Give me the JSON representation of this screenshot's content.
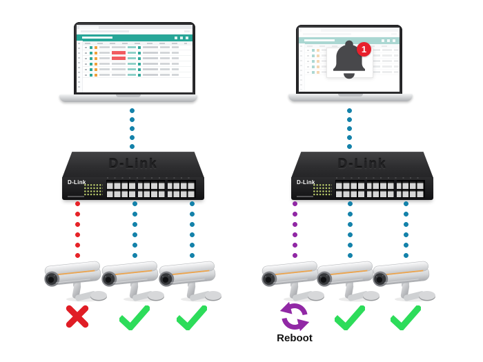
{
  "diagram": {
    "theme": {
      "app_accent": "#27a698",
      "link_blue": "#1482aa",
      "link_red": "#e62328",
      "link_purple": "#9128a5",
      "check_green": "#2ddc5a",
      "x_red": "#e01d25",
      "badge_red": "#e8202c"
    },
    "left": {
      "laptop": {
        "screen": "camera-management-table-app"
      },
      "switch": {
        "embossed_logo": "D-Link",
        "front_logo": "D-Link",
        "port_count": 24
      },
      "camera_links": [
        {
          "color_name": "red",
          "hex": "#e62328"
        },
        {
          "color_name": "blue",
          "hex": "#1482aa"
        },
        {
          "color_name": "blue",
          "hex": "#1482aa"
        }
      ],
      "camera_status": [
        {
          "icon": "x-icon",
          "color": "#e01d25"
        },
        {
          "icon": "check-icon",
          "color": "#2ddc5a"
        },
        {
          "icon": "check-icon",
          "color": "#2ddc5a"
        }
      ]
    },
    "right": {
      "laptop": {
        "alert": {
          "icon": "bell-icon",
          "badge_count": "1",
          "badge_color": "#e8202c"
        }
      },
      "switch": {
        "embossed_logo": "D-Link",
        "front_logo": "D-Link",
        "port_count": 24
      },
      "camera_links": [
        {
          "color_name": "purple",
          "hex": "#9128a5"
        },
        {
          "color_name": "blue",
          "hex": "#1482aa"
        },
        {
          "color_name": "blue",
          "hex": "#1482aa"
        }
      ],
      "camera_status": [
        {
          "icon": "reboot-icon",
          "color": "#9128a5",
          "label": "Reboot"
        },
        {
          "icon": "check-icon",
          "color": "#2ddc5a"
        },
        {
          "icon": "check-icon",
          "color": "#2ddc5a"
        }
      ]
    }
  }
}
